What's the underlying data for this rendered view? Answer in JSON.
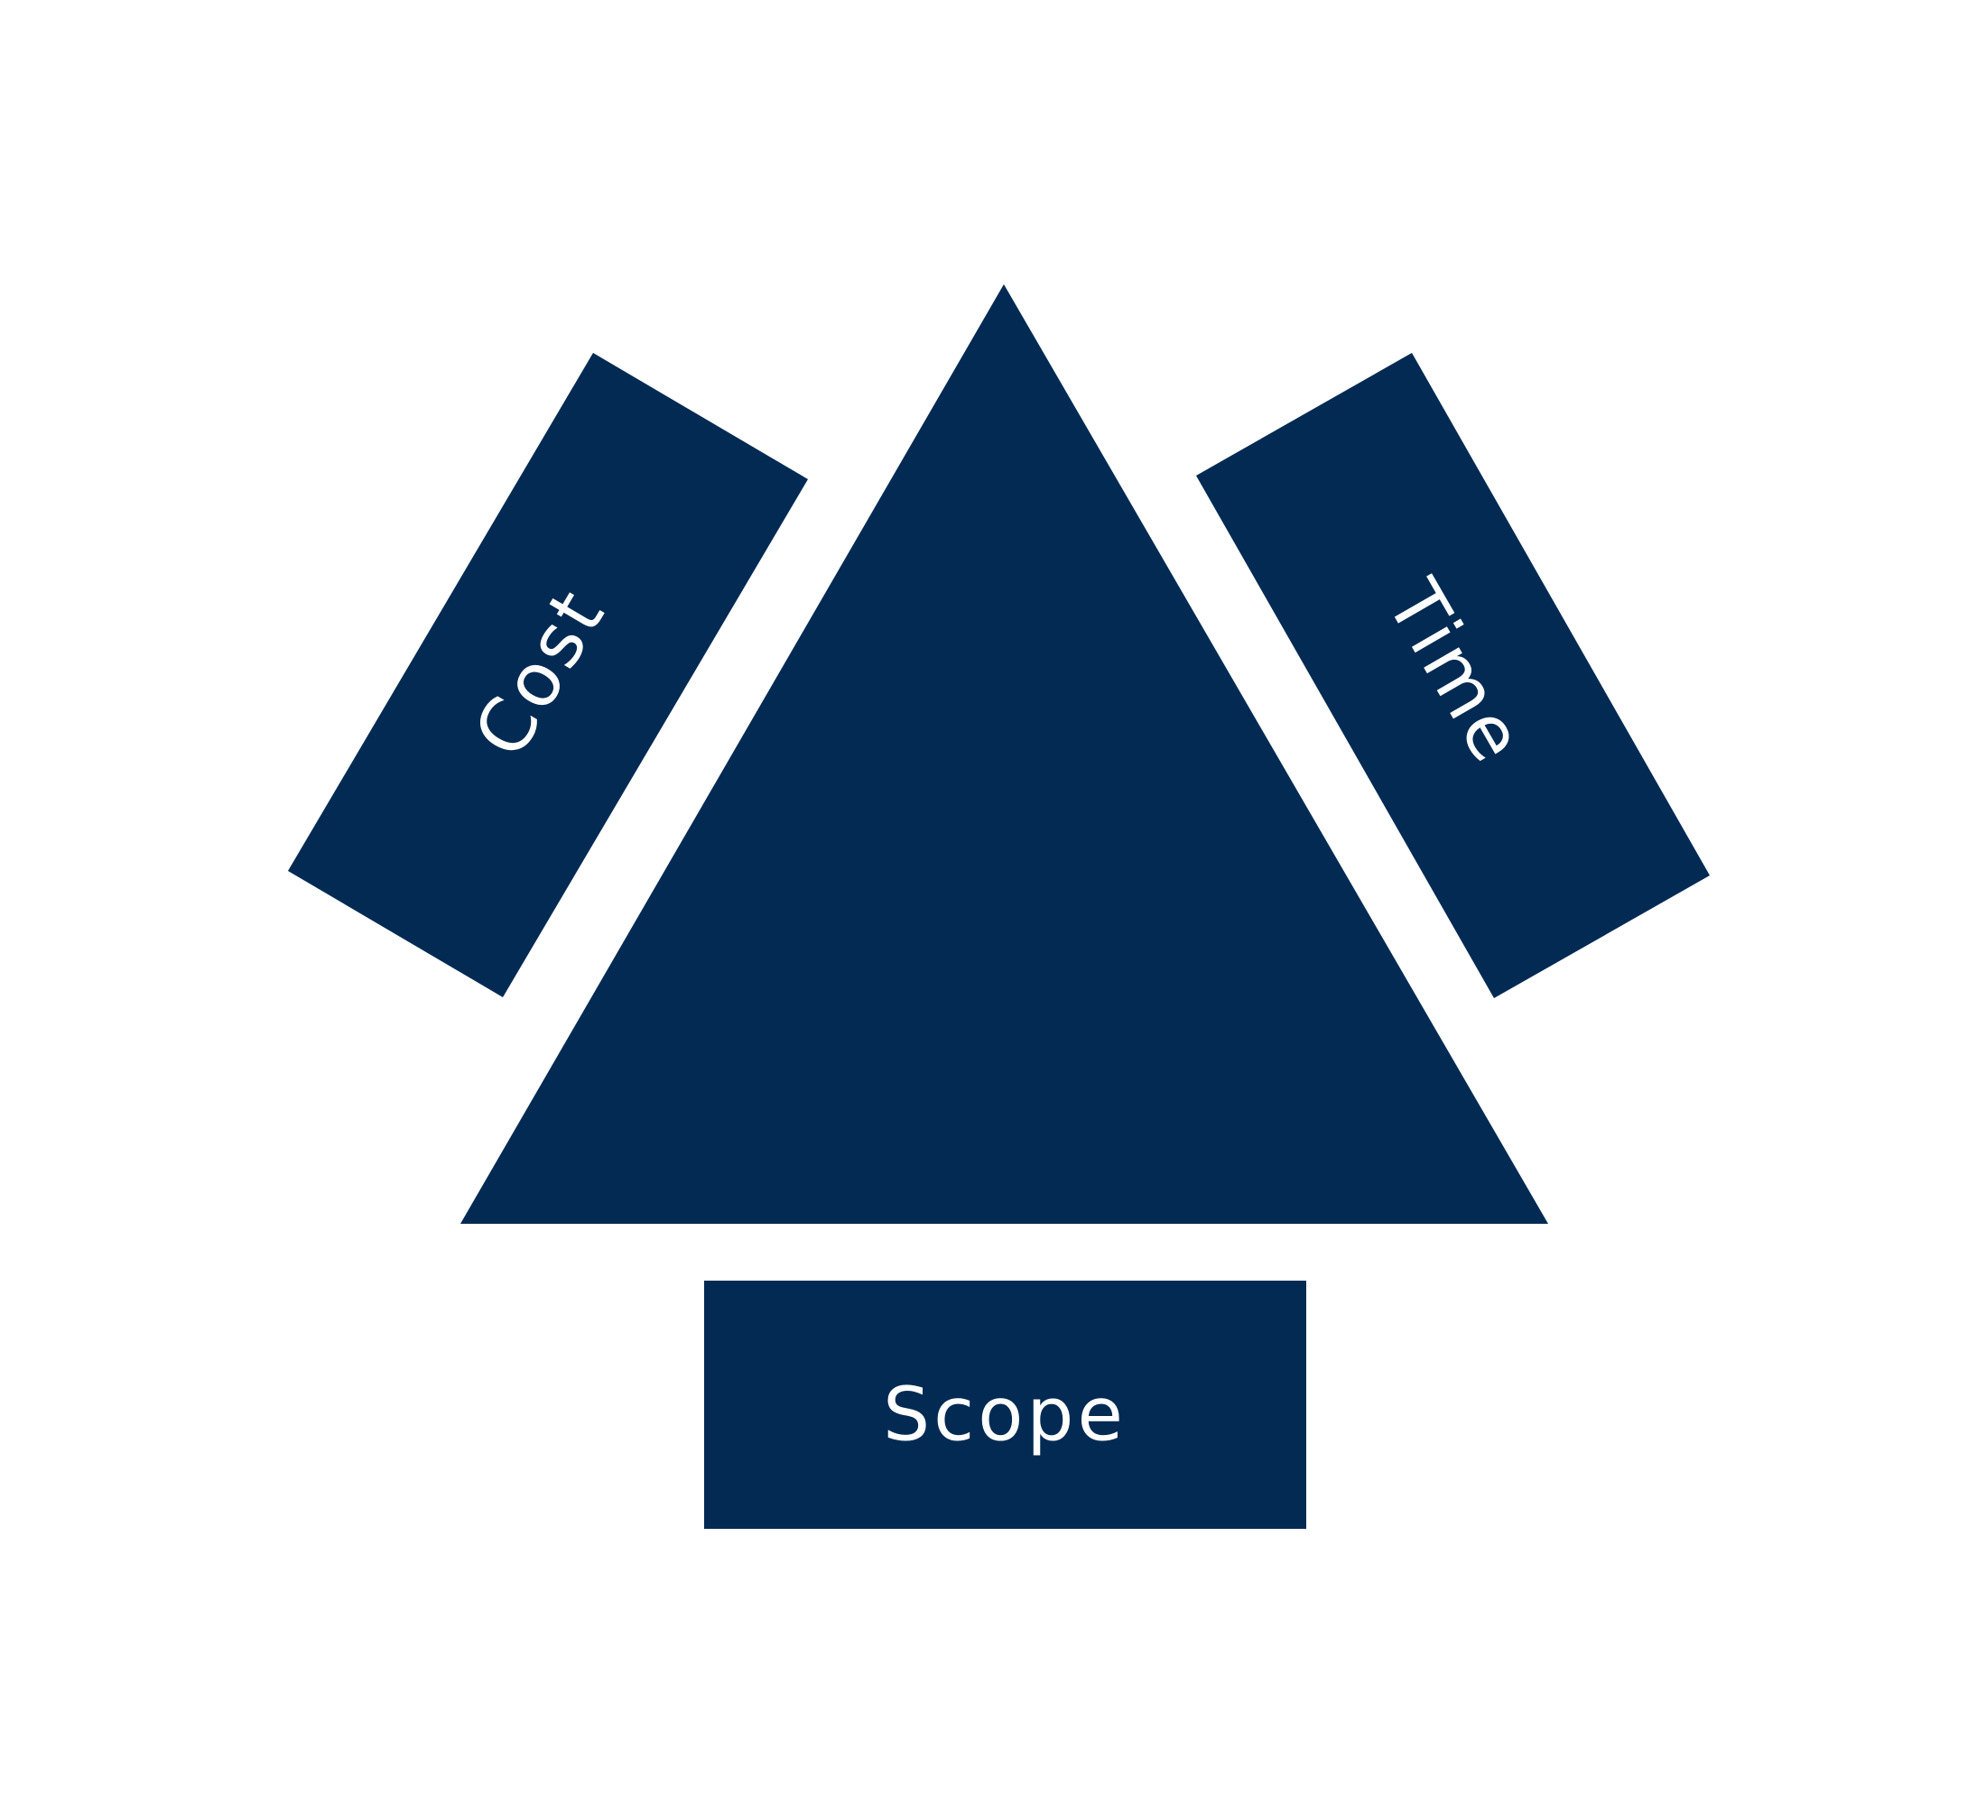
{
  "diagram": {
    "labels": {
      "cost": "Cost",
      "time": "Time",
      "scope": "Scope"
    },
    "colors": {
      "fill": "#022a53",
      "text": "#ffffff",
      "background": "#ffffff"
    }
  }
}
